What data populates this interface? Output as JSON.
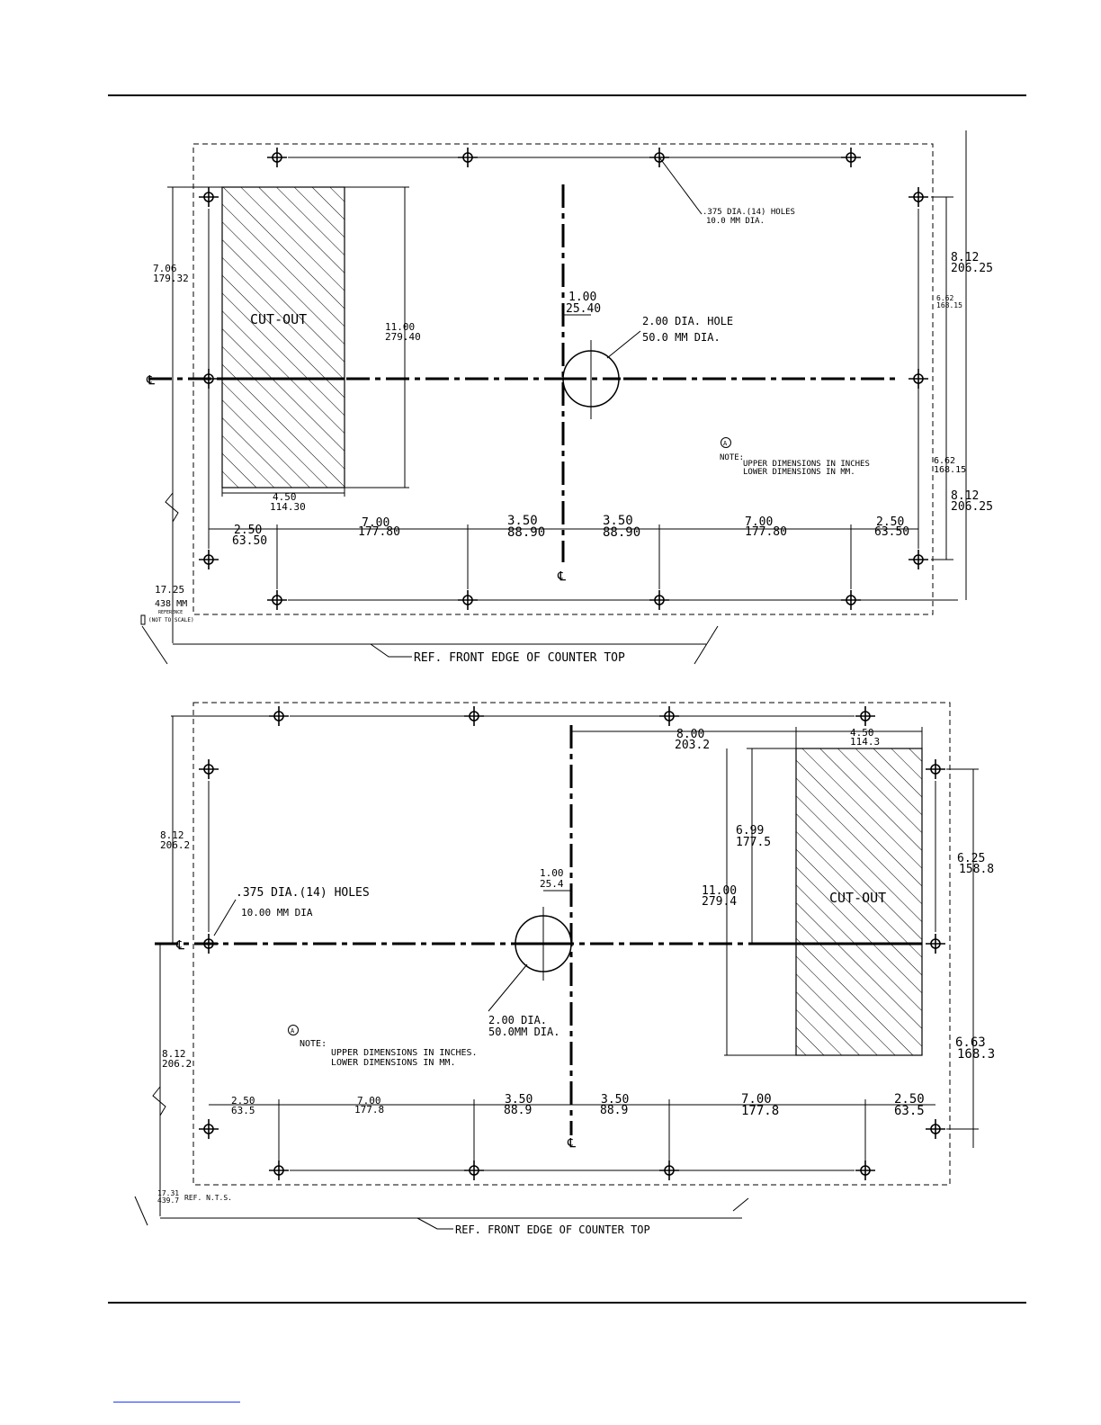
{
  "colors": {
    "ink": "#000000",
    "paper": "#ffffff",
    "footer_link": "#1a3cff"
  },
  "top": {
    "cutout_label": "CUT-OUT",
    "holes_note_1": ".375 DIA.(14) HOLES",
    "holes_note_2": "10.0 MM DIA.",
    "center_hole_1": "2.00 DIA. HOLE",
    "center_hole_2": "50.0 MM DIA.",
    "note_marker": "A",
    "note_label": "NOTE:",
    "note_line_1": "UPPER DIMENSIONS IN INCHES",
    "note_line_2": "LOWER DIMENSIONS IN MM.",
    "cl_symbol": "℄",
    "ref_edge": "REF. FRONT EDGE OF COUNTER TOP",
    "ref_overall": [
      "17.25",
      "438 MM",
      "REFERENCE",
      "(NOT TO SCALE)"
    ],
    "dims": {
      "d_706": [
        "7.06",
        "179.32"
      ],
      "d_1100": [
        "11.00",
        "279.40"
      ],
      "d_450": [
        "4.50",
        "114.30"
      ],
      "d_100": [
        "1.00",
        "25.40"
      ],
      "d_812a": [
        "8.12",
        "206.25"
      ],
      "d_662a": [
        "6.62",
        "168.15"
      ],
      "d_662b": [
        "6.62",
        "168.15"
      ],
      "d_812b": [
        "8.12",
        "206.25"
      ],
      "bottom": [
        [
          "2.50",
          "63.50"
        ],
        [
          "7.00",
          "177.80"
        ],
        [
          "3.50",
          "88.90"
        ],
        [
          "3.50",
          "88.90"
        ],
        [
          "7.00",
          "177.80"
        ],
        [
          "2.50",
          "63.50"
        ]
      ]
    }
  },
  "bottom": {
    "cutout_label": "CUT-OUT",
    "holes_note_1": ".375 DIA.(14) HOLES",
    "holes_note_2": "10.00 MM DIA",
    "center_hole_1": "2.00 DIA.",
    "center_hole_2": "50.0MM DIA.",
    "note_marker": "A",
    "note_label": "NOTE:",
    "note_line_1": "UPPER DIMENSIONS IN INCHES.",
    "note_line_2": "LOWER DIMENSIONS IN MM.",
    "cl_symbol": "℄",
    "ref_edge": "REF. FRONT EDGE OF COUNTER TOP",
    "ref_overall": [
      "17.31",
      "439.7",
      "REF. N.T.S."
    ],
    "dims": {
      "d_800": [
        "8.00",
        "203.2"
      ],
      "d_450": [
        "4.50",
        "114.3"
      ],
      "d_812a": [
        "8.12",
        "206.2"
      ],
      "d_699": [
        "6.99",
        "177.5"
      ],
      "d_1100": [
        "11.00",
        "279.4"
      ],
      "d_100": [
        "1.00",
        "25.4"
      ],
      "d_625": [
        "6.25",
        "158.8"
      ],
      "d_663": [
        "6.63",
        "168.3"
      ],
      "d_812b": [
        "8.12",
        "206.2"
      ],
      "bottom": [
        [
          "2.50",
          "63.5"
        ],
        [
          "7.00",
          "177.8"
        ],
        [
          "3.50",
          "88.9"
        ],
        [
          "3.50",
          "88.9"
        ],
        [
          "7.00",
          "177.8"
        ],
        [
          "2.50",
          "63.5"
        ]
      ]
    }
  }
}
